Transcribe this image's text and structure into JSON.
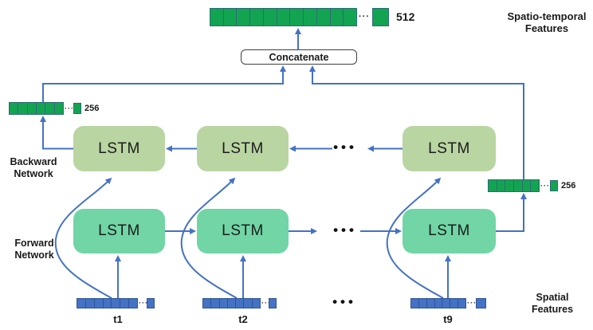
{
  "colors": {
    "line_blue": "#4472c4",
    "green_fill": "#13a452",
    "green_border": "#2e6b78",
    "blue_fill": "#4472c4",
    "blue_border": "#2f5597",
    "backward_box": "#b9d5a2",
    "forward_box": "#71d5a5"
  },
  "labels": {
    "spatio_temporal_features": "Spatio-temporal Features",
    "spatial_features": "Spatial Features",
    "backward_network": "Backward Network",
    "forward_network": "Forward Network",
    "concatenate": "Concatenate"
  },
  "ellipsis": "•••",
  "backward_nodes": [
    "LSTM",
    "LSTM",
    "LSTM"
  ],
  "forward_nodes": [
    "LSTM",
    "LSTM",
    "LSTM"
  ],
  "bars": {
    "output_top": {
      "cells": 11,
      "extra_cells": 1,
      "dots": "···",
      "label": "512"
    },
    "backward_out": {
      "cells": 6,
      "extra_cells": 1,
      "dots": "···",
      "label": "256"
    },
    "forward_out": {
      "cells": 6,
      "extra_cells": 1,
      "dots": "···",
      "label": "256"
    },
    "inputs": [
      {
        "cells": 7,
        "extra_cells": 1,
        "dots": "···",
        "label": "t1"
      },
      {
        "cells": 7,
        "extra_cells": 1,
        "dots": "···",
        "label": "t2"
      },
      {
        "cells": 7,
        "extra_cells": 1,
        "dots": "···",
        "label": "t9"
      }
    ]
  }
}
